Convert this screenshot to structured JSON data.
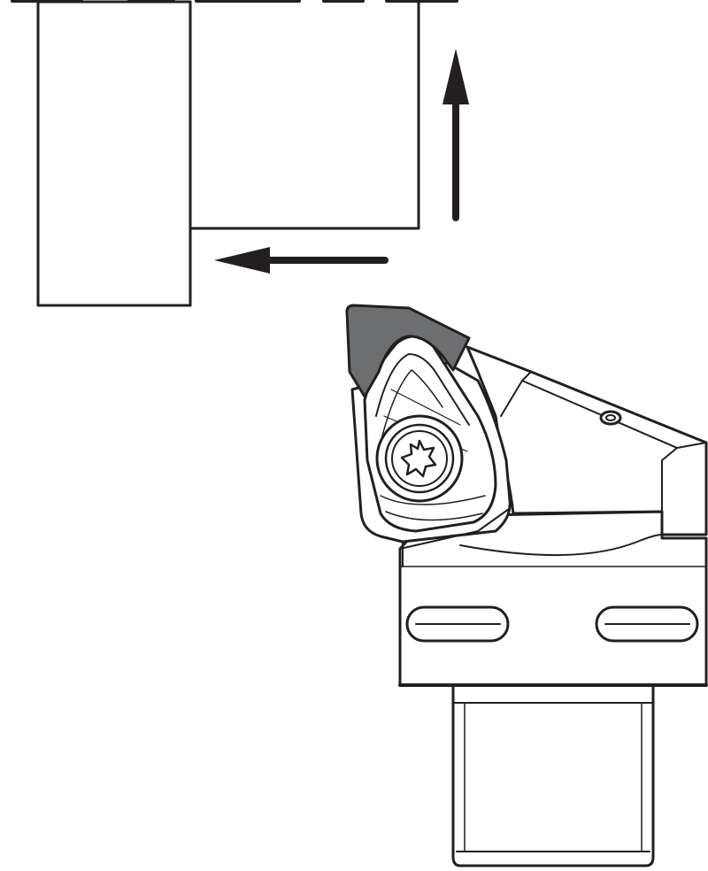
{
  "diagram": {
    "subject": "turning-tool-holder-with-insert",
    "feed_directions": [
      "axial-left",
      "radial-up"
    ],
    "colors": {
      "line": "#231f20",
      "insert_tip": "#6d6e70",
      "background": "#ffffff"
    },
    "icons": {
      "screw": "torx-star-icon",
      "clamp_hole": "small-hole-icon"
    }
  }
}
